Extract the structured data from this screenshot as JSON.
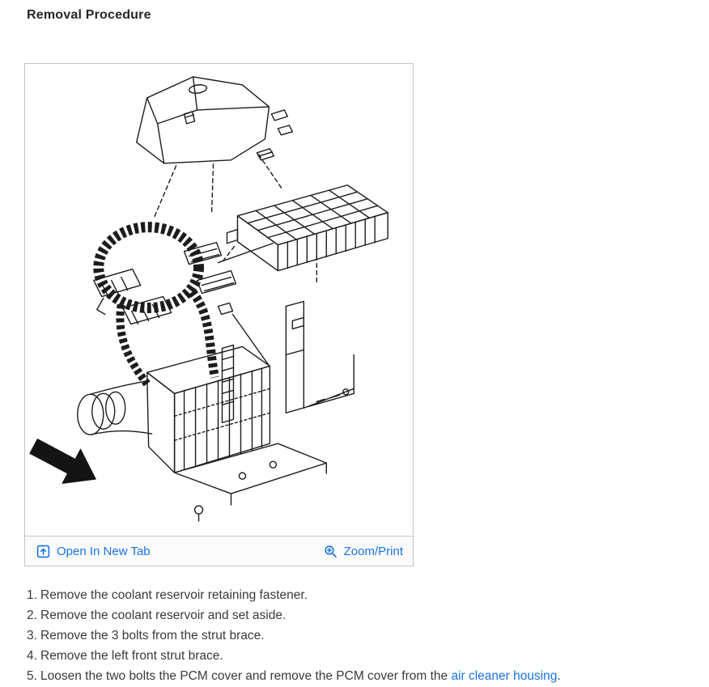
{
  "page": {
    "title": "Removal Procedure"
  },
  "figure": {
    "toolbar": {
      "open_in_new_tab": "Open In New Tab",
      "zoom_print": "Zoom/Print"
    }
  },
  "colors": {
    "link_blue": "#1a73e8",
    "body_text": "#3a3a3a",
    "panel_border": "#c4c4c4",
    "toolbar_background": "#fbfbfb",
    "diagram_ink": "#1c1c1c"
  },
  "steps": [
    {
      "label": "1.",
      "text": "Remove the coolant reservoir retaining fastener."
    },
    {
      "label": "2.",
      "text": "Remove the coolant reservoir and set aside."
    },
    {
      "label": "3.",
      "text": "Remove the 3 bolts from the strut brace."
    },
    {
      "label": "4.",
      "text": "Remove the left front strut brace."
    },
    {
      "label": "5.",
      "text": "Loosen the two bolts the PCM cover and remove the PCM cover from the ",
      "link": "air cleaner housing",
      "suffix": "."
    }
  ]
}
